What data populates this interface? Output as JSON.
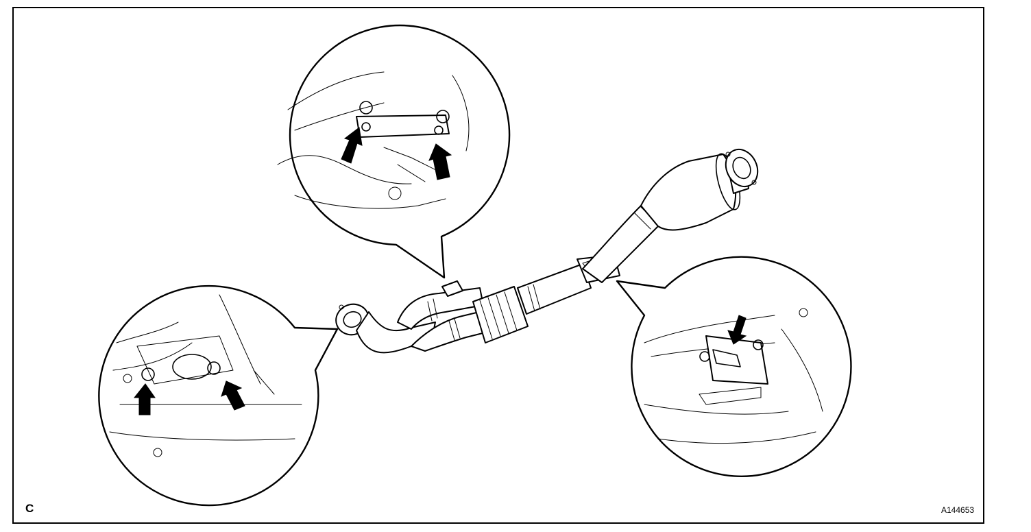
{
  "figure": {
    "view_letter": "C",
    "figure_id": "A144653"
  },
  "parts": {
    "front_pipe": "front-exhaust-pipe",
    "converter": "catalytic-converter",
    "bracket": "pipe-support-bracket"
  },
  "colors": {
    "line": "#000000",
    "background": "#ffffff"
  }
}
